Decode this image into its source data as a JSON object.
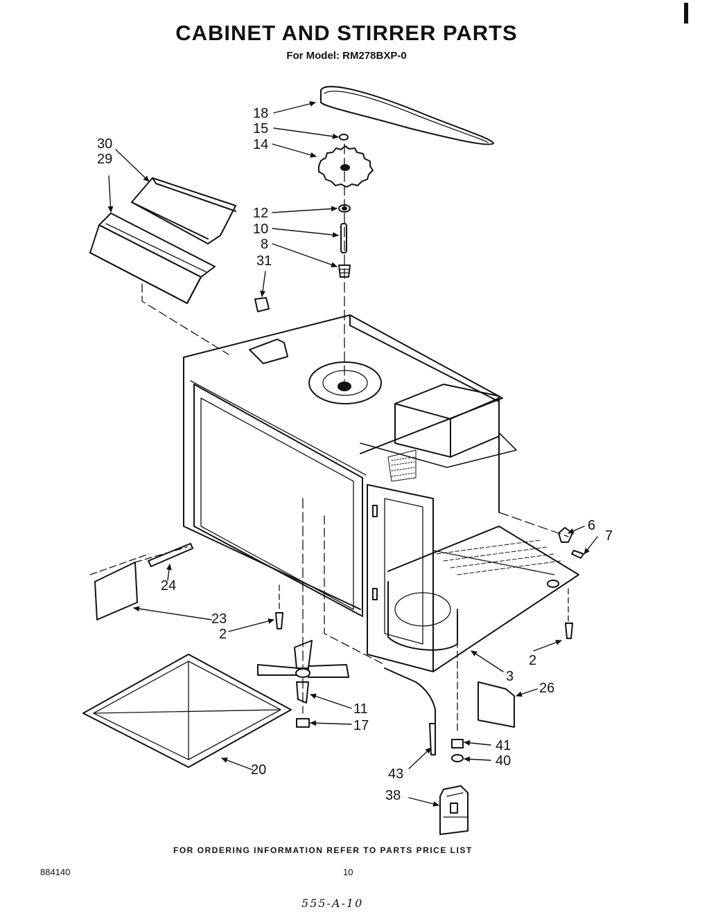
{
  "header": {
    "title": "CABINET AND STIRRER PARTS",
    "subtitle": "For Model: RM278BXP-0"
  },
  "callouts": {
    "c18": "18",
    "c15": "15",
    "c14": "14",
    "c30": "30",
    "c29": "29",
    "c12": "12",
    "c10": "10",
    "c8": "8",
    "c31": "31",
    "c6": "6",
    "c7": "7",
    "c24": "24",
    "c23": "23",
    "c2a": "2",
    "c2b": "2",
    "c3": "3",
    "c26": "26",
    "c11": "11",
    "c17": "17",
    "c41": "41",
    "c40": "40",
    "c20": "20",
    "c43": "43",
    "c38": "38"
  },
  "footer": {
    "ordering_note": "FOR ORDERING INFORMATION REFER TO PARTS PRICE LIST",
    "doc_number": "884140",
    "page_number": "10",
    "handwritten": "555-A-10"
  }
}
